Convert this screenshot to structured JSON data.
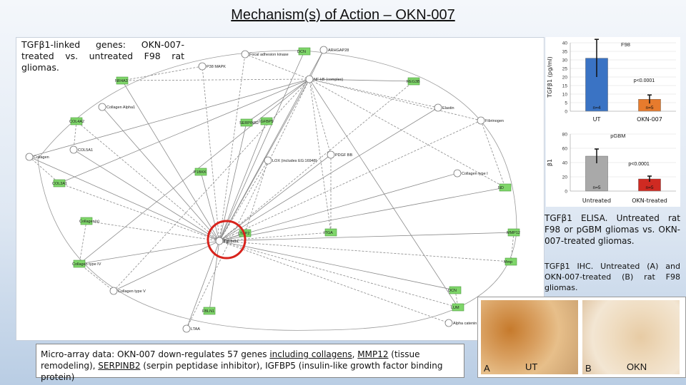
{
  "title": "Mechanism(s) of Action – OKN-007",
  "network": {
    "caption": "TGFβ1-linked genes: OKN-007-treated vs. untreated F98 rat gliomas.",
    "nodes": [
      {
        "id": "focal",
        "label": "Focal adhesion kinase"
      },
      {
        "id": "dcn_top",
        "label": "DCN"
      },
      {
        "id": "arhgap28",
        "label": "ARHGAP28"
      },
      {
        "id": "p38",
        "label": "P38 MAPK"
      },
      {
        "id": "nr4a3",
        "label": "NR4A3"
      },
      {
        "id": "nfkb",
        "label": "NF-kB (complex)"
      },
      {
        "id": "reg3b",
        "label": "REG3B"
      },
      {
        "id": "collagen_alpha1",
        "label": "Collagen Alpha1"
      },
      {
        "id": "elastin_top",
        "label": "Elastin"
      },
      {
        "id": "col4a2",
        "label": "COL4A2"
      },
      {
        "id": "serpinb2",
        "label": "SERPINB2"
      },
      {
        "id": "igfbp5",
        "label": "IGFBP5"
      },
      {
        "id": "fibrinogen",
        "label": "Fibrinogen"
      },
      {
        "id": "col5a1",
        "label": "COL5A1"
      },
      {
        "id": "collagen",
        "label": "Collagen"
      },
      {
        "id": "lox",
        "label": "LOX (includes EG:16948)"
      },
      {
        "id": "pdgfbb",
        "label": "PDGF BB"
      },
      {
        "id": "p1bkk",
        "label": "P1BKK"
      },
      {
        "id": "col3a1",
        "label": "COL3A1"
      },
      {
        "id": "collagen_type1",
        "label": "Collagen type I"
      },
      {
        "id": "nd",
        "label": "ND"
      },
      {
        "id": "collagen_s",
        "label": "Collagen(s)"
      },
      {
        "id": "tgfbeta",
        "label": "Tgf beta"
      },
      {
        "id": "ltbp2",
        "label": "LTBP2"
      },
      {
        "id": "itga",
        "label": "ITGA"
      },
      {
        "id": "mmp12",
        "label": "MMP12"
      },
      {
        "id": "collagen_type_iv",
        "label": "Collagen type IV"
      },
      {
        "id": "mmp",
        "label": "Mmp"
      },
      {
        "id": "collagen_type_v",
        "label": "Collagen type V"
      },
      {
        "id": "dcn",
        "label": "DCN"
      },
      {
        "id": "lum",
        "label": "LUM"
      },
      {
        "id": "fbln1",
        "label": "FBLN1"
      },
      {
        "id": "ltaa",
        "label": "LTAA"
      },
      {
        "id": "alpha_catenin",
        "label": "Alpha catenin"
      }
    ]
  },
  "microarray_note": {
    "lead": "Micro-array data: OKN-007 down-regulates 57 genes ",
    "link1": "including collagens",
    "sep1": ", ",
    "link2": "MMP12",
    "mid": " (tissue remodeling), ",
    "link3": "SERPINB2",
    "tail": " (serpin peptidase inhibitor), IGFBP5 (insulin-like growth factor binding protein)"
  },
  "chart_data": [
    {
      "type": "bar",
      "title": "F98",
      "ylabel": "TGFβ1 (pg/ml)",
      "categories": [
        "UT",
        "OKN-007"
      ],
      "values": [
        31,
        7
      ],
      "errors": [
        11,
        2.5
      ],
      "ylim": [
        0,
        40
      ],
      "yticks": [
        0,
        5,
        10,
        15,
        20,
        25,
        30,
        35,
        40
      ],
      "annotations": [
        "p<0.0001",
        "n=4",
        "n=5"
      ],
      "colors": [
        "#3a73c4",
        "#e77b2d"
      ]
    },
    {
      "type": "bar",
      "title": "pGBM",
      "ylabel": "β1",
      "categories": [
        "Untreated",
        "OKN-treated"
      ],
      "values": [
        49,
        17
      ],
      "errors": [
        10,
        4
      ],
      "ylim": [
        0,
        80
      ],
      "yticks": [
        0,
        20,
        40,
        60,
        80
      ],
      "annotations": [
        "p<0.0001",
        "n=5",
        "n=5"
      ],
      "colors": [
        "#a9a9a9",
        "#cf2a22"
      ]
    }
  ],
  "elisa_caption": "TGFβ1 ELISA. Untreated rat F98 or pGBM gliomas vs. OKN-007-treated gliomas.",
  "ihc_caption": "TGFβ1 IHC. Untreated (A) and OKN-007-treated (B) rat F98 gliomas.",
  "ihc": {
    "a_letter": "A",
    "a_tag": "UT",
    "b_letter": "B",
    "b_tag": "OKN"
  },
  "highlight_color": "#d8231c",
  "node_green": "#7fd66a"
}
